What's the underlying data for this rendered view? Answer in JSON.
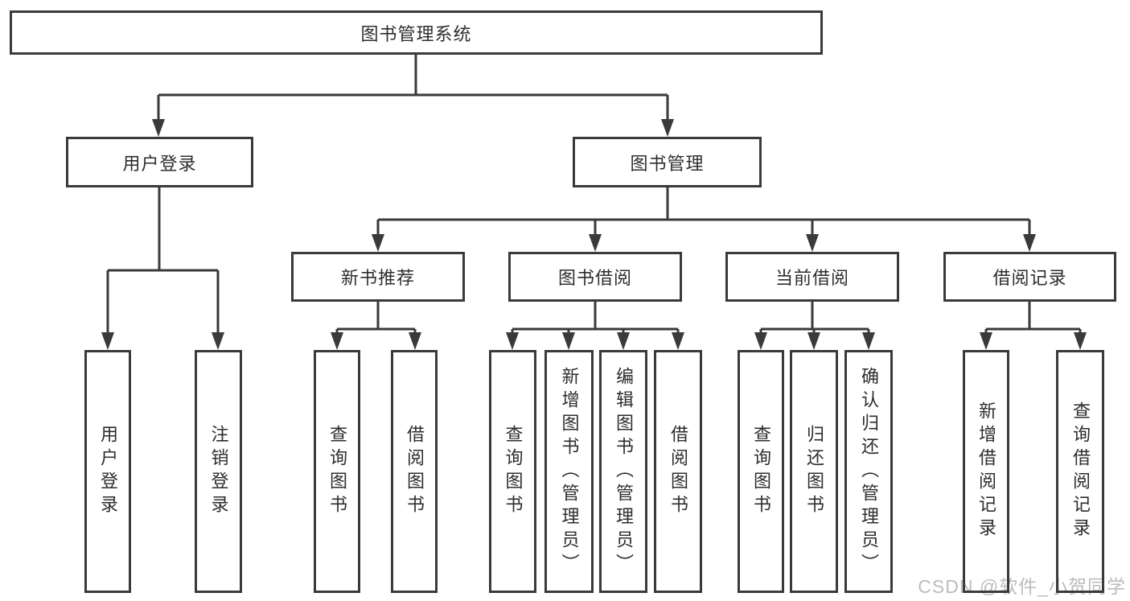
{
  "diagram": {
    "title": "图书管理系统",
    "level2": [
      "用户登录",
      "图书管理"
    ],
    "level3": [
      "新书推荐",
      "图书借阅",
      "当前借阅",
      "借阅记录"
    ],
    "leaves": [
      "用户登录",
      "注销登录",
      "查询图书",
      "借阅图书",
      "查询图书",
      "新增图书（管理员）",
      "编辑图书（管理员）",
      "借阅图书",
      "查询图书",
      "归还图书",
      "确认归还（管理员）",
      "新增借阅记录",
      "查询借阅记录"
    ],
    "colors": {
      "line": "#3a3a3a",
      "text": "#2d2d2d",
      "watermark": "#bcbcbc"
    }
  },
  "watermark": "CSDN @软件_小贺同学"
}
